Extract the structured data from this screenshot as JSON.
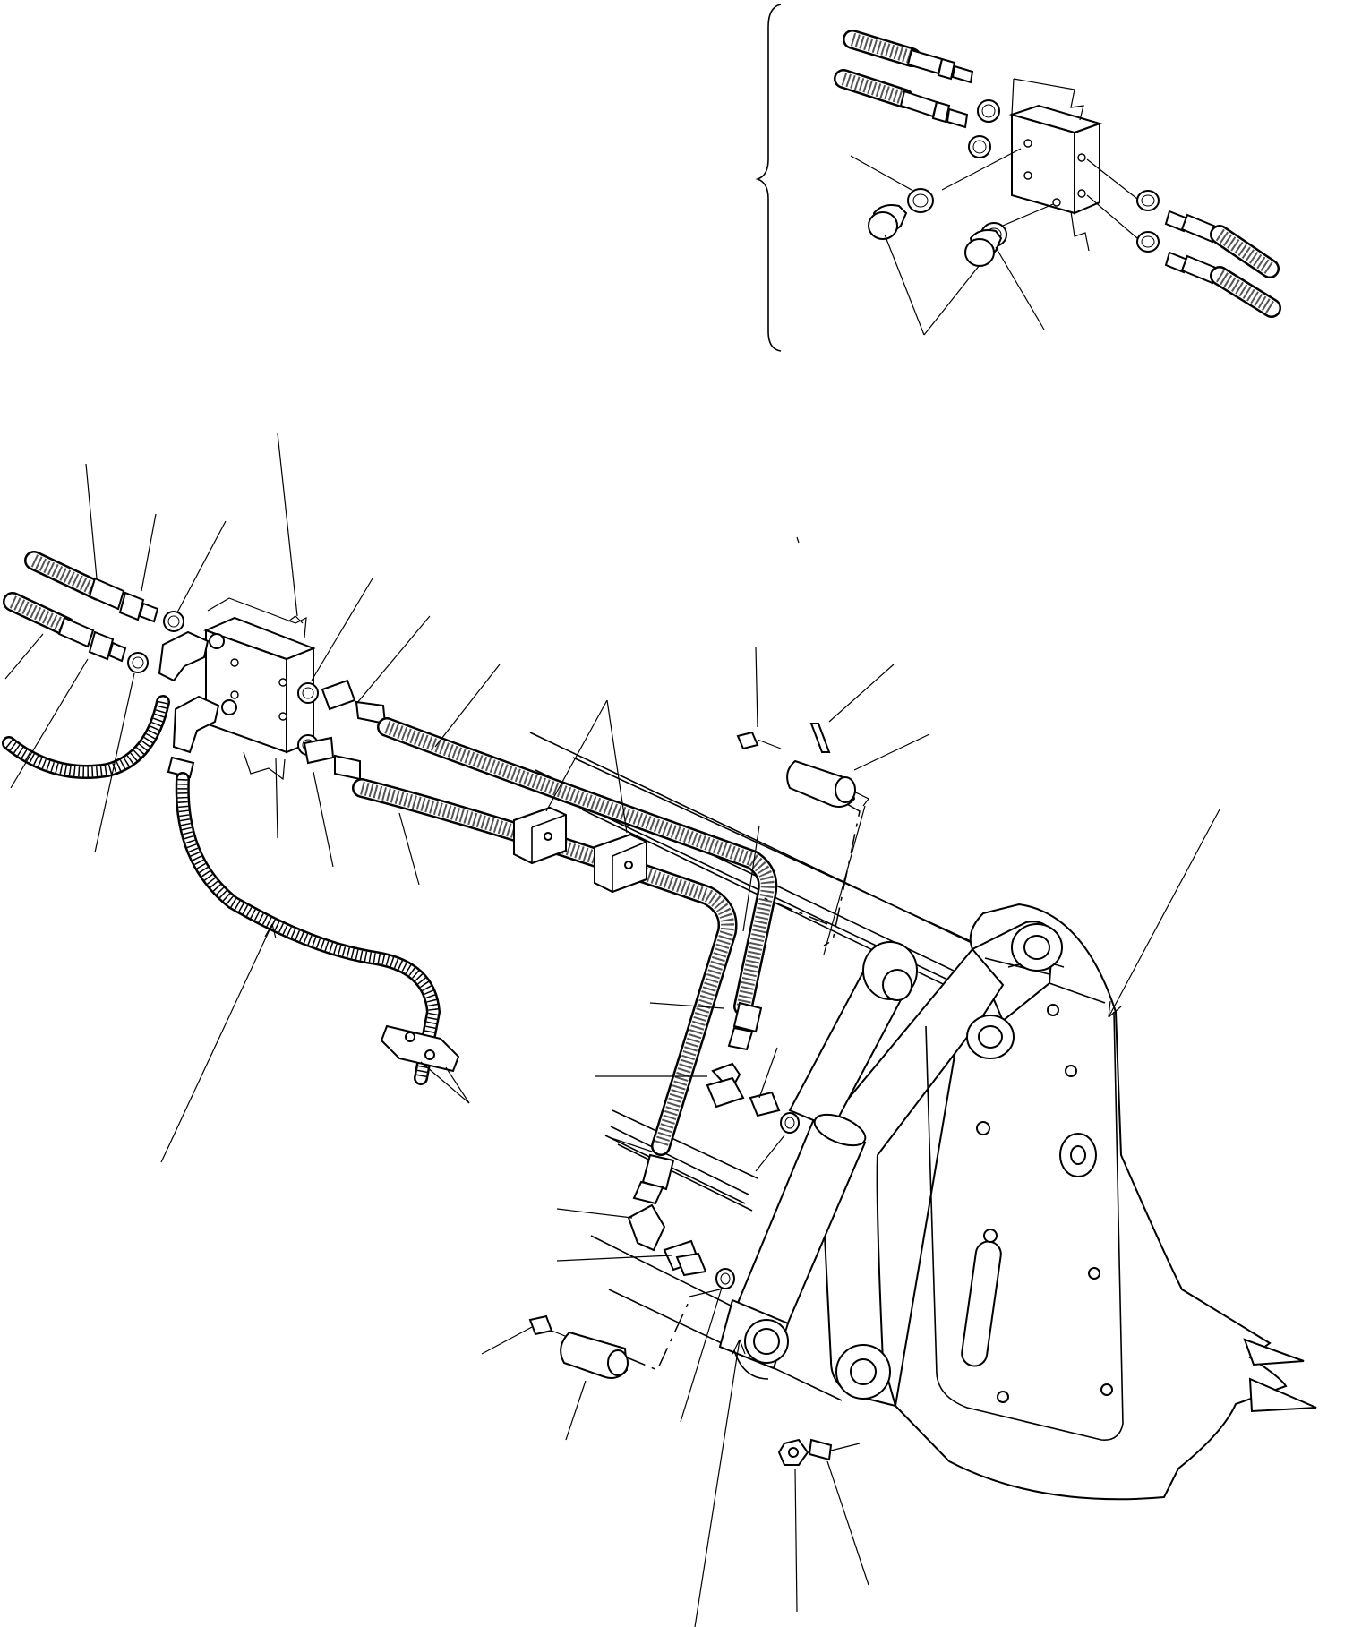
{
  "figure": {
    "title": "",
    "callout_labels": []
  },
  "components": {
    "detail_inset": "detail-inset",
    "bucket": "bucket",
    "bucket_cylinder": "bucket-cylinder",
    "manifold_block": "manifold-block",
    "hose_lines": "hydraulic-hose-pair",
    "drain_hose": "drain-hose"
  },
  "colors": {
    "line": "#000000",
    "paper": "#ffffff"
  }
}
